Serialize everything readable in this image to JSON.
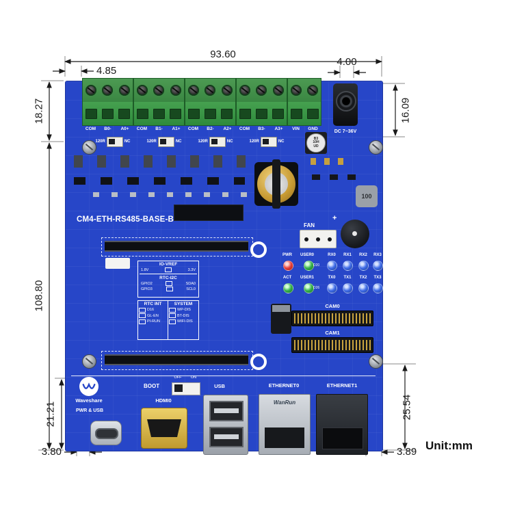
{
  "unit_label": "Unit:mm",
  "dimensions": {
    "top_width": "93.60",
    "top_left": "4.85",
    "top_right": "4.00",
    "left_top": "18.27",
    "left_main": "108.80",
    "left_bottom": "21.21",
    "right_top": "16.09",
    "right_bottom": "25.54",
    "bottom_left": "3.80",
    "bottom_right": "3.89"
  },
  "colors": {
    "board_blue": "#2746c8",
    "terminal_green": "#3da04a",
    "hdmi_gold": "#d9b53a",
    "led_red": "#e8403a",
    "led_green": "#35b24a",
    "led_blue": "#3f6ce8"
  },
  "board": {
    "title": "CM4-ETH-RS485-BASE-B",
    "terminals": {
      "labels": [
        "COM",
        "B0-",
        "A0+",
        "COM",
        "B1-",
        "A1+",
        "COM",
        "B2-",
        "A2+",
        "COM",
        "B3-",
        "A3+",
        "VIN",
        "GND"
      ]
    },
    "dc_jack": {
      "label": "DC 7~36V"
    },
    "termination_switches": [
      {
        "r": "120R",
        "nc": "NC"
      },
      {
        "r": "120R",
        "nc": "NC"
      },
      {
        "r": "120R",
        "nc": "NC"
      },
      {
        "r": "120R",
        "nc": "NC"
      }
    ],
    "top_inductor": [
      "B3",
      "10H",
      "UD"
    ],
    "right_inductor": "100",
    "fan": {
      "label": "FAN"
    },
    "buzzer": {
      "plus": "+"
    },
    "leds": {
      "row1": [
        {
          "label": "PWR",
          "color": "#e8403a"
        },
        {
          "label": "USER0",
          "color": "#35b24a"
        },
        {
          "label": "RX0",
          "color": "#3f6ce8"
        },
        {
          "label": "RX1",
          "color": "#3f6ce8"
        },
        {
          "label": "RX2",
          "color": "#3f6ce8"
        },
        {
          "label": "RX3",
          "color": "#3f6ce8"
        }
      ],
      "row1_ref": "D20",
      "row2": [
        {
          "label": "ACT",
          "color": "#35b24a"
        },
        {
          "label": "USER1",
          "color": "#35b24a"
        },
        {
          "label": "TX0",
          "color": "#3f6ce8"
        },
        {
          "label": "TX1",
          "color": "#3f6ce8"
        },
        {
          "label": "TX2",
          "color": "#3f6ce8"
        },
        {
          "label": "TX3",
          "color": "#3f6ce8"
        }
      ],
      "row2_ref": "D26"
    },
    "cam": {
      "cam0": "CAM0",
      "cam1": "CAM1"
    },
    "config_box": {
      "io_vref": {
        "title": "IO-VREF",
        "left": "1.8V",
        "right": "3.3V"
      },
      "rtc_i2c": {
        "title": "RTC-I2C",
        "rows": [
          [
            "GPIO2",
            "SDA0"
          ],
          [
            "GPIO3",
            "SCL0"
          ]
        ]
      },
      "rtc_int": {
        "title": "RTC INT",
        "items": [
          "D16",
          "GL-EN",
          "PI-RUN"
        ]
      },
      "system": {
        "title": "SYSTEM",
        "items": [
          "WP-DIS",
          "BT-DIS",
          "WIFI-DIS"
        ]
      }
    },
    "boot": {
      "label": "BOOT",
      "off": "OFF",
      "on": "ON"
    },
    "brand": {
      "name": "Waveshare"
    },
    "ports": {
      "pwr_usb": "PWR & USB",
      "hdmi": "HDMI0",
      "usb": "USB",
      "eth0": "ETHERNET0",
      "eth1": "ETHERNET1",
      "eth_brand": "WanRun"
    }
  }
}
